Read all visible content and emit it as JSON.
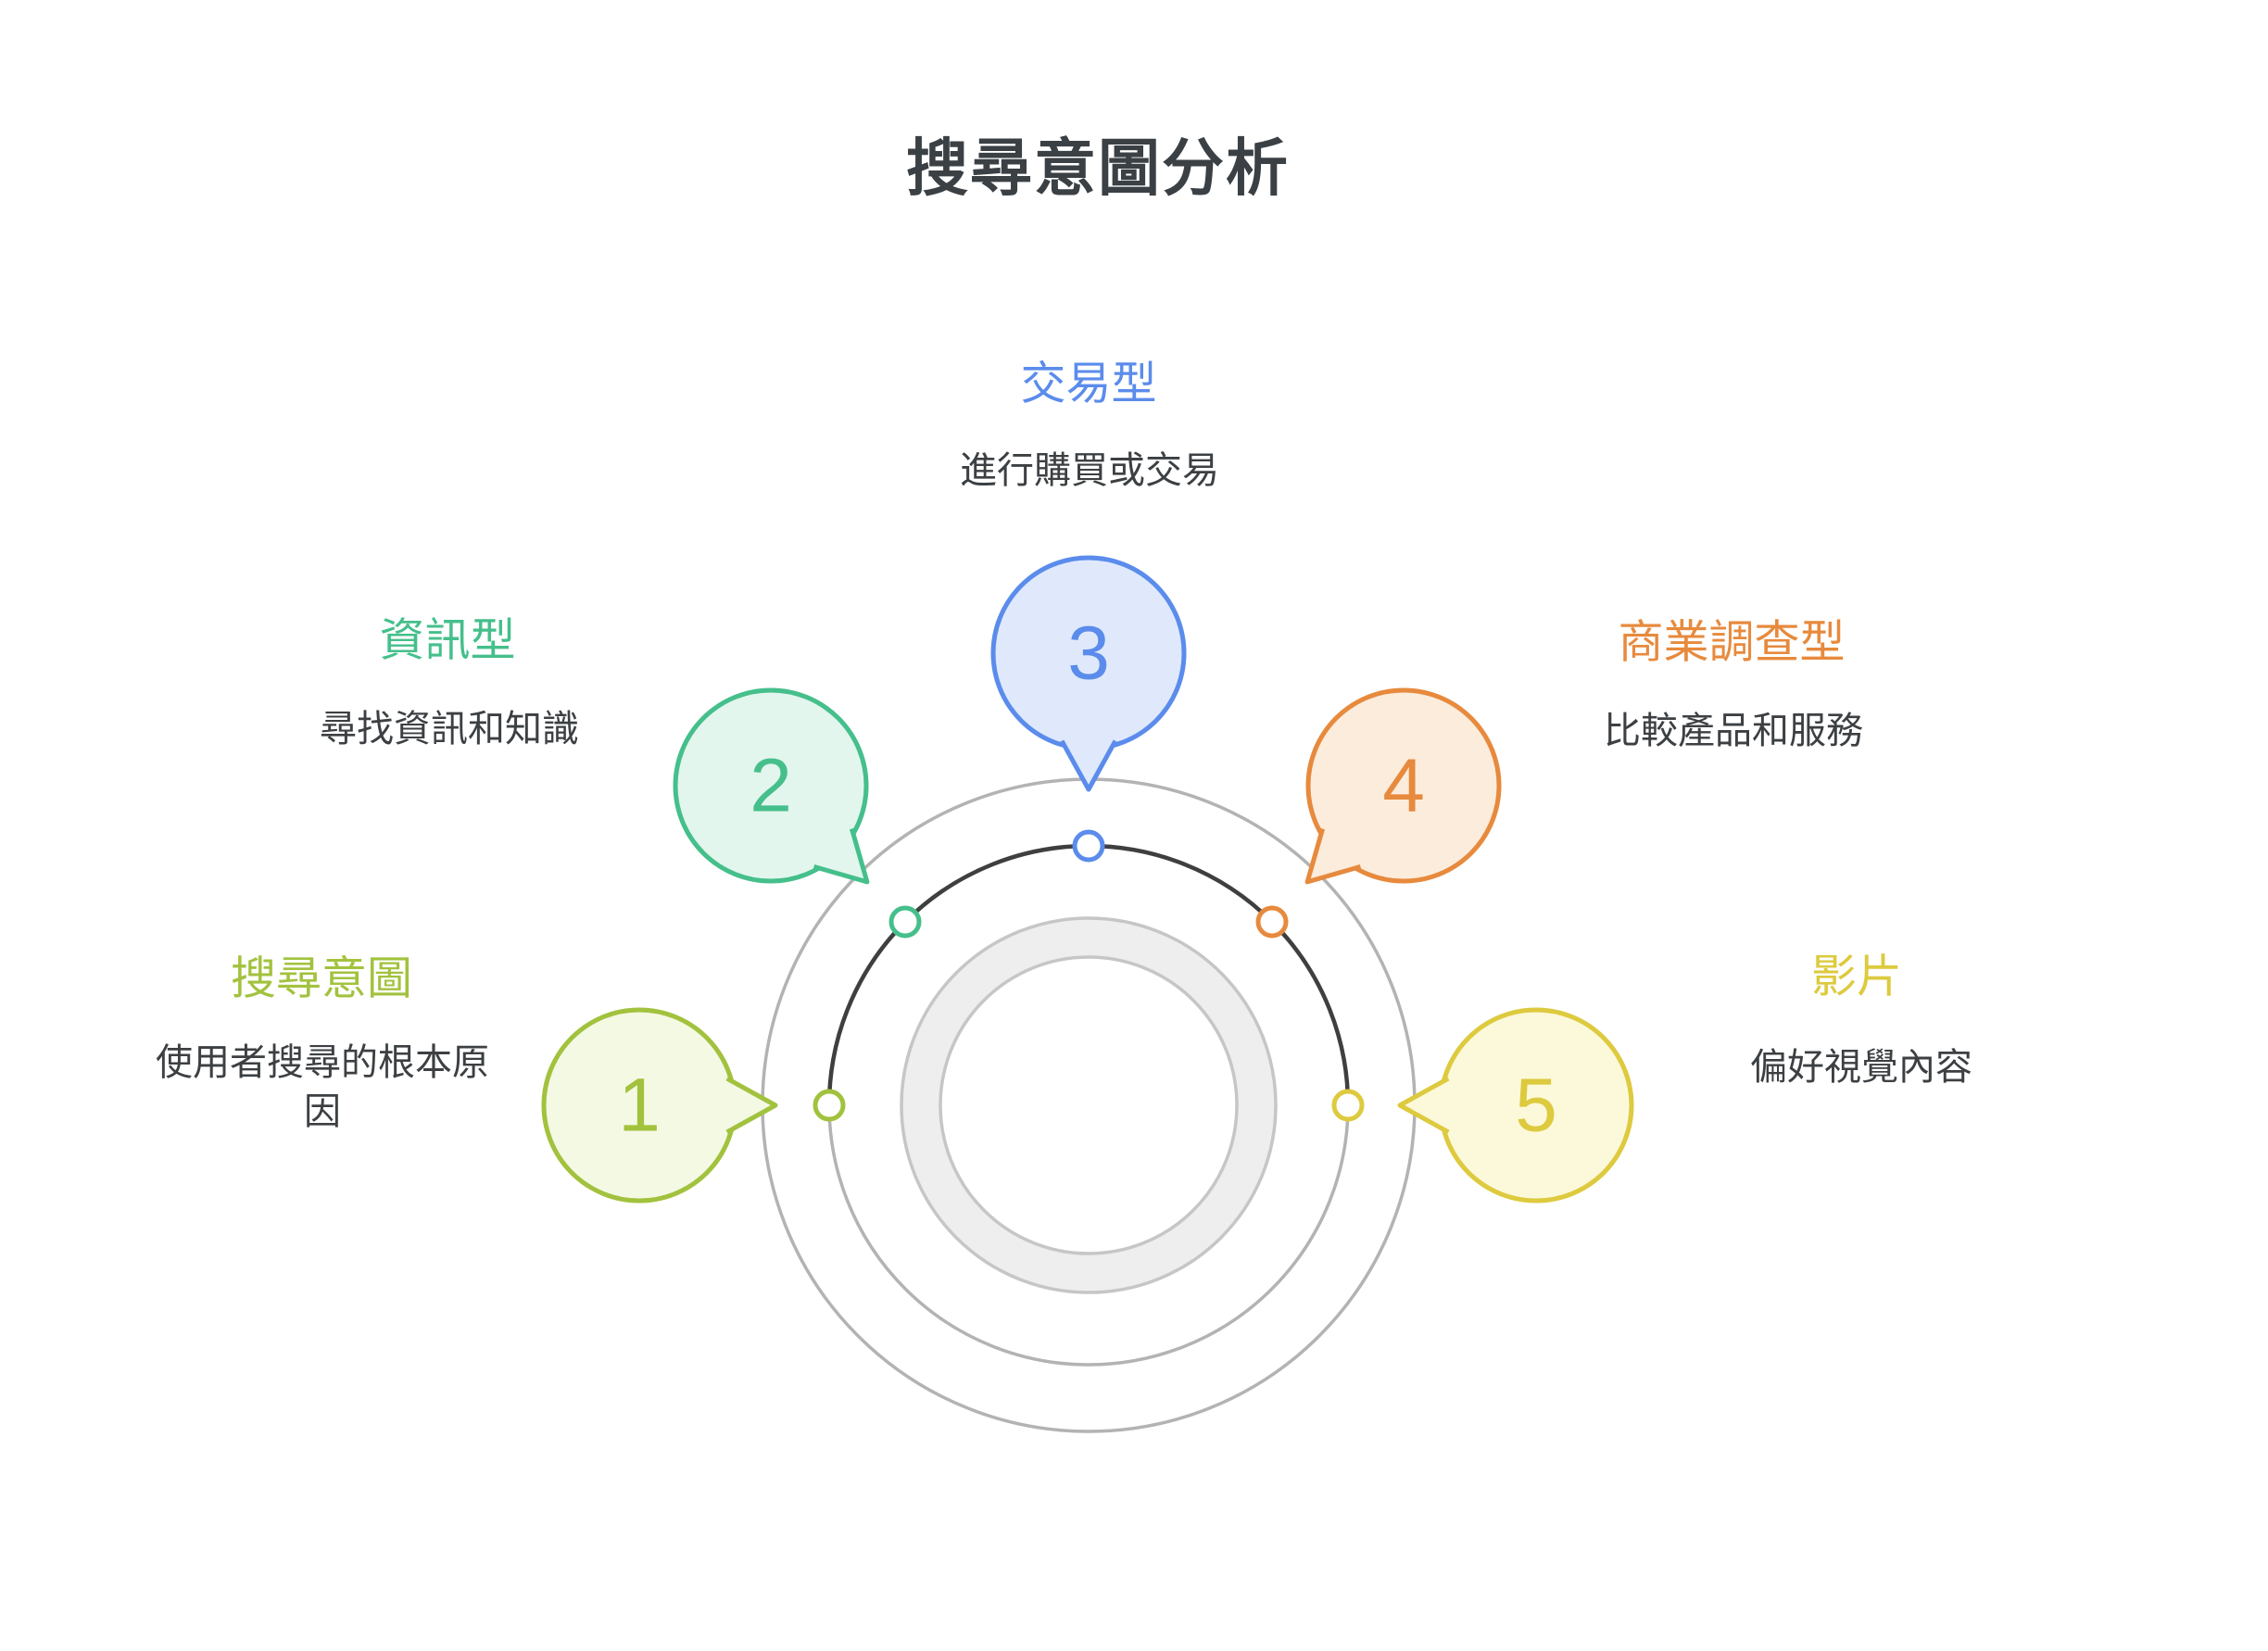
{
  "title": "搜尋意圖分析",
  "colors": {
    "title": "#3b4045",
    "body": "#3c4043",
    "ring_gray": "#b3b3b3",
    "ring_band_fill": "#eeeeee",
    "ring_band_edge": "#c6c6c6",
    "arc_dark": "#3f3f3f",
    "background": "#ffffff"
  },
  "items": [
    {
      "number": "1",
      "label": "搜尋意圖",
      "description": "使用者搜尋的根本原因",
      "color": "#a2c23e",
      "fill": "#f4f9e4"
    },
    {
      "number": "2",
      "label": "資訊型",
      "description": "尋找資訊和知識",
      "color": "#45bf8b",
      "fill": "#e2f6ed"
    },
    {
      "number": "3",
      "label": "交易型",
      "description": "進行購買或交易",
      "color": "#5b8cec",
      "fill": "#dfe9fb"
    },
    {
      "number": "4",
      "label": "商業調查型",
      "description": "比較產品和服務",
      "color": "#e78a3d",
      "fill": "#fcecdc"
    },
    {
      "number": "5",
      "label": "影片",
      "description": "偏好視覺內容",
      "color": "#ddca3e",
      "fill": "#fcf8da"
    }
  ]
}
